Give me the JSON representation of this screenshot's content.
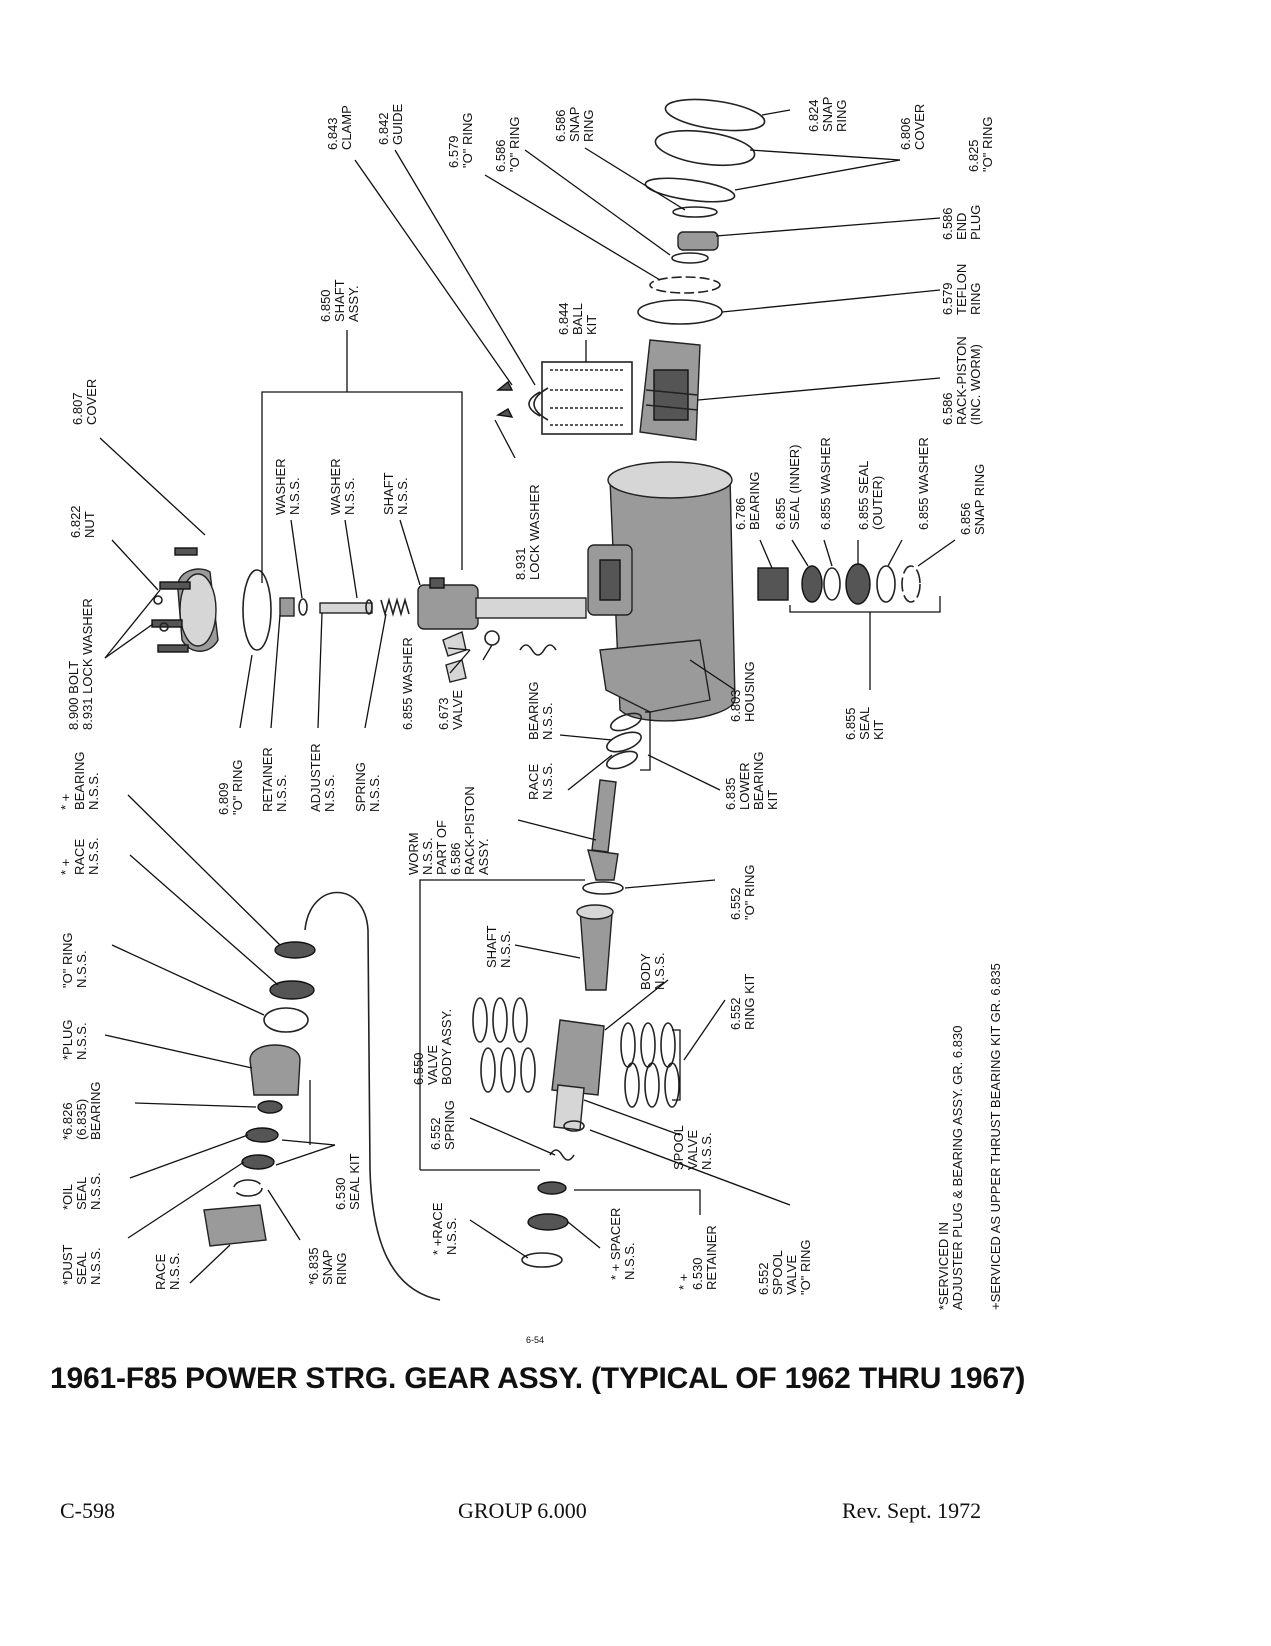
{
  "labels": {
    "cover_6807": [
      "6.807",
      "COVER"
    ],
    "nut_6822": [
      "6.822",
      "NUT"
    ],
    "bolt_washer": [
      "8.900 BOLT",
      "8.931 LOCK WASHER"
    ],
    "oring_6809": [
      "6.809",
      "\"O\" RING"
    ],
    "retainer": [
      "RETAINER",
      "N.S.S."
    ],
    "adjuster": [
      "ADJUSTER",
      "N.S.S."
    ],
    "spring": [
      "SPRING",
      "N.S.S."
    ],
    "washer1": [
      "WASHER",
      "N.S.S."
    ],
    "washer2": [
      "WASHER",
      "N.S.S."
    ],
    "shaft_top": [
      "SHAFT",
      "N.S.S."
    ],
    "shaft_assy_6850": [
      "6.850",
      "SHAFT",
      "ASSY."
    ],
    "lock_washer_8931": [
      "8.931",
      "LOCK WASHER"
    ],
    "clamp_6843": [
      "6.843",
      "CLAMP"
    ],
    "guide_6842": [
      "6.842",
      "GUIDE"
    ],
    "ball_kit_6844": [
      "6.844",
      "BALL",
      "KIT"
    ],
    "oring_6579": [
      "6.579",
      "\"O\" RING"
    ],
    "oring_6586": [
      "6.586",
      "\"O\" RING"
    ],
    "snap_ring_6586": [
      "6.586",
      "SNAP",
      "RING"
    ],
    "snap_ring_6824": [
      "6.824",
      "SNAP",
      "RING"
    ],
    "cover_6806": [
      "6.806",
      "COVER"
    ],
    "oring_6825": [
      "6.825",
      "\"O\" RING"
    ],
    "end_plug_6586": [
      "6.586",
      "END",
      "PLUG"
    ],
    "teflon_ring_6579": [
      "6.579",
      "TEFLON",
      "RING"
    ],
    "rack_piston_6586": [
      "6.586",
      "RACK-PISTON",
      "(INC. WORM)"
    ],
    "bearing_6786": [
      "6.786",
      "BEARING"
    ],
    "seal_inner_6855": [
      "6.855",
      "SEAL (INNER)"
    ],
    "washer_6855a": [
      "6.855 WASHER"
    ],
    "seal_outer_6855": [
      "6.855 SEAL",
      "(OUTER)"
    ],
    "washer_6855b": [
      "6.855 WASHER"
    ],
    "snap_ring_6856": [
      "6.856",
      "SNAP RING"
    ],
    "seal_kit_6855": [
      "6.855",
      "SEAL",
      "KIT"
    ],
    "housing_6803": [
      "6.803",
      "HOUSING"
    ],
    "washer_6855_left": [
      "6.855 WASHER"
    ],
    "valve_6673": [
      "6.673",
      "VALVE"
    ],
    "lower_bearing_kit_6835": [
      "6.835",
      "LOWER",
      "BEARING",
      "KIT"
    ],
    "race_nss": [
      "RACE",
      "N.S.S."
    ],
    "bearing_nss": [
      "BEARING",
      "N.S.S."
    ],
    "worm": [
      "WORM",
      "N.S.S.",
      "PART OF",
      "6.586",
      "RACK-PISTON",
      "ASSY."
    ],
    "oring_6552": [
      "6.552",
      "\"O\" RING"
    ],
    "shaft_nss": [
      "SHAFT",
      "N.S.S."
    ],
    "valve_body_6550": [
      "6.550",
      "VALVE",
      "BODY ASSY."
    ],
    "body_nss": [
      "BODY",
      "N.S.S."
    ],
    "ring_kit_6552": [
      "6.552",
      "RING KIT"
    ],
    "spring_6552": [
      "6.552",
      "SPRING"
    ],
    "spool_valve": [
      "SPOOL",
      "VALVE",
      "N.S.S."
    ],
    "spool_valve_oring_6552": [
      "6.552",
      "SPOOL",
      "VALVE",
      "\"O\" RING"
    ],
    "race_nss_left": [
      "* +RACE",
      "N.S.S."
    ],
    "spacer": [
      "* + SPACER",
      "N.S.S."
    ],
    "retainer_6530": [
      "* +",
      "6.530",
      "RETAINER"
    ],
    "bearing_star": [
      "* +",
      "BEARING",
      "N.S.S."
    ],
    "race_star": [
      "* +",
      "RACE",
      "N.S.S."
    ],
    "oring_nss": [
      "\"O\" RING",
      "N.S.S."
    ],
    "plug_nss": [
      "*PLUG",
      "N.S.S."
    ],
    "bearing_6826": [
      "*6.826",
      "(6.835)",
      "BEARING"
    ],
    "oil_seal": [
      "*OIL",
      "SEAL",
      "N.S.S."
    ],
    "dust_seal": [
      "*DUST",
      "SEAL",
      "N.S.S."
    ],
    "race_nss_bottom": [
      "RACE",
      "N.S.S."
    ],
    "snap_ring_6835": [
      "*6.835",
      "SNAP",
      "RING"
    ],
    "seal_kit_6530": [
      "6.530",
      "SEAL KIT"
    ],
    "note_1": [
      "*SERVICED IN",
      "ADJUSTER PLUG & BEARING ASSY. GR. 6.830"
    ],
    "note_2": [
      "+SERVICED AS UPPER THRUST BEARING KIT GR. 6.835"
    ]
  },
  "figure_number": "6-54",
  "title": "1961-F85 POWER STRG. GEAR ASSY. (TYPICAL OF 1962 THRU 1967)",
  "footer": {
    "left": "C-598",
    "center": "GROUP 6.000",
    "right": "Rev. Sept. 1972"
  }
}
